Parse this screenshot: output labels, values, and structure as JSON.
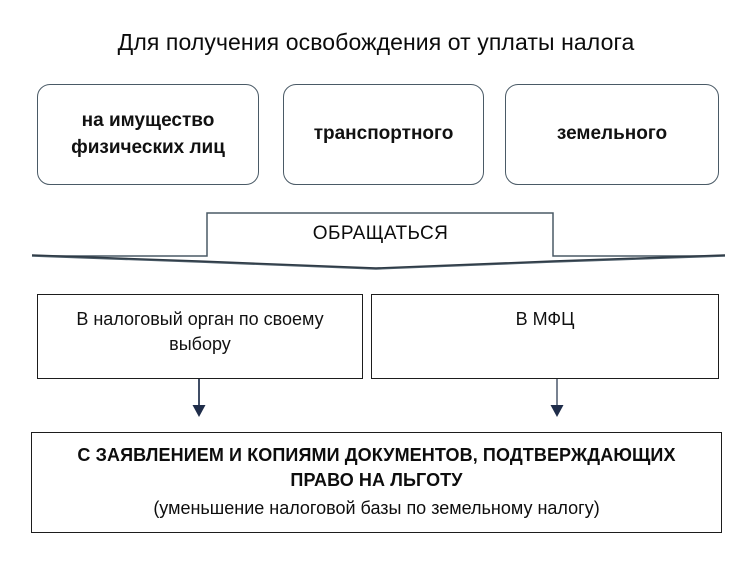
{
  "diagram": {
    "title": "Для получения освобождения от уплаты налога",
    "tax_types": [
      {
        "label": "на имущество\nфизических лиц"
      },
      {
        "label": "транспортного"
      },
      {
        "label": "земельного"
      }
    ],
    "ribbon": {
      "label": "ОБРАЩАТЬСЯ",
      "border_color": "#4a5a66",
      "fill_color": "#ffffff"
    },
    "destinations": [
      {
        "label": "В налоговый орган по своему выбору"
      },
      {
        "label": "В МФЦ"
      }
    ],
    "arrows": [
      {
        "name": "arrow-to-final-left",
        "line_color": "#2b3a55",
        "head_color": "#1f2d4a"
      },
      {
        "name": "arrow-to-final-right",
        "line_color": "#6a7585",
        "head_color": "#1f2d4a"
      }
    ],
    "final": {
      "line1": "С ЗАЯВЛЕНИЕМ И КОПИЯМИ ДОКУМЕНТОВ, ПОДТВЕРЖДАЮЩИХ",
      "line2": "ПРАВО НА ЛЬГОТУ",
      "line3": "(уменьшение налоговой базы по земельному налогу)"
    }
  }
}
